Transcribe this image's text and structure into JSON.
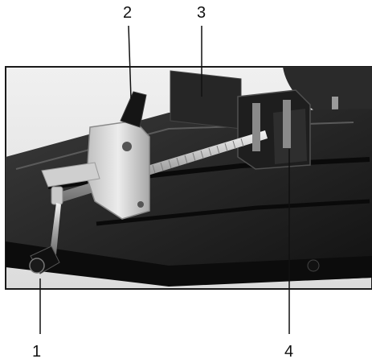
{
  "callouts": {
    "label_1": "1",
    "label_2": "2",
    "label_3": "3",
    "label_4": "4"
  },
  "colors": {
    "frame": "#1a1a1a",
    "photo_background": "#e9e9e9",
    "base": "#1c1c1c",
    "bracket": "#d8d8d8",
    "rod": "#b8b8b8",
    "leader_line": "#111111"
  }
}
